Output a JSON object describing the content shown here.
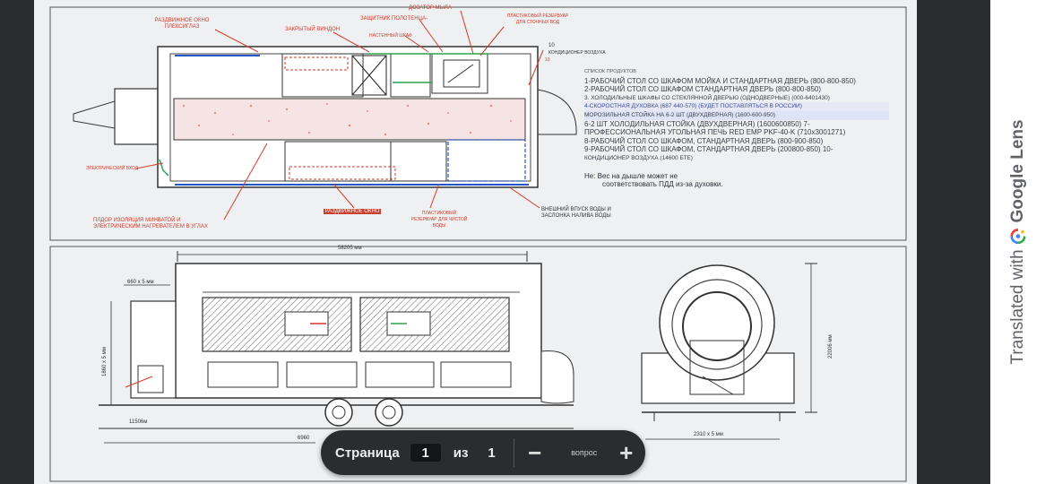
{
  "plan_labels": {
    "sliding_window": "РАЗДВИЖНОЕ ОКНО ПЛЕКСИГЛАЗ",
    "closed_window": "ЗАКРЫТЫЙ ВИНДОН",
    "soap_dispenser": "ДОЗАТОР МЫЛА",
    "towel_holder": "ЗАЩИТНИК ПОЛОТЕНЦА-",
    "wall_cabinet": "НАСТЕННЫЙ ШКАФ",
    "waste_tank": "ПЛАСТИКОВЫЙ РЕЗЕРВУАР ДЛЯ СТОЧНЫХ ВОД",
    "num_10": "10",
    "conditioner": "КОНДИЦИОНЕР ВОЗДУХА",
    "electric_input": "ЭЛЕКТРИЧЕСКИЙ ВХОД",
    "insulation": "ПЛДОР ИЗОЛЯЦИЯ МИНВАТОЙ И ЭЛЕКТРИЧЕСКИМ НАГРЕВАТЕЛЕМ В УГЛАХ",
    "sliding_window_2": "РАЗДВИЖНОЕ ОКНО",
    "clean_tank": "ПЛАСТИКОВЫЙ РЕЗЕРВУАР ДЛЯ ЧИСТОЙ ВОДЫ",
    "water_inlet": "ВНЕШНИЙ ВПУСК ВОДЫ И ЗАСЛОНКА НАЛИВА ВОДЫ"
  },
  "spec": {
    "heading": "СПИСОК ПРОДУКТОВ",
    "items": [
      "1-РАБОЧИЙ СТОЛ СО ШКАФОМ МОЙКА И СТАНДАРТНАЯ ДВЕРЬ (800-800-850)",
      "2-РАБОЧИЙ СТОЛ СО ШКАФОМ СТАНДАРТНАЯ ДВЕРЬ (800-800-850)",
      "3. ХОЛОДИЛЬНЫЕ ШКАФЫ СО СТЕКЛЯННОЙ ДВЕРЬЮ (ОДНОДВЕРНЫЕ) (000-6401430)",
      "4-СКОРОСТНАЯ ДУХОВКА (687 440-570) (БУДЕТ ПОСТАВЛЯТЬСЯ В РОССИИ)",
      "МОРОЗИЛЬНАЯ СТОЙКА НА 6-2 ШТ (ДВУХДВЕРНАЯ) (1600-600-950)",
      "6-2 ШТ ХОЛОДИЛЬНАЯ СТОЙКА (ДВУХДВЕРНАЯ) (1600600850) 7-",
      "ПРОФЕССИОНАЛЬНАЯ УГОЛЬНАЯ ПЕЧЬ RED EMP PKF-40-K (710x3001271)",
      "8-РАБОЧИЙ СТОЛ СО ШКАФОМ, СТАНДАРТНАЯ ДВЕРЬ (800-900-850)",
      "9-РАБОЧИЙ СТОЛ СО ШКАФОМ, СТАНДАРТНАЯ ДВЕРЬ (200800-850) 10-",
      "КОНДИЦИОНЕР ВОЗДУХА (14600 БТЕ)"
    ]
  },
  "note": {
    "line1": "Не: Вес на дышле может не",
    "line2": "соответствовать ПДД из-за духовки."
  },
  "dimensions": {
    "length_top": "58205 мм",
    "height_right": "22006 мм",
    "width_bottom_right": "2310 x 5 мм",
    "left_small": "11506м",
    "bottom_left": "6960",
    "top_left_box": "660 x 5 мм",
    "left_vertical": "1860 x 5 мм"
  },
  "pager": {
    "label": "Страница",
    "current_page": "1",
    "of_label": "из",
    "total_pages": "1",
    "minus": "−",
    "zoom_label": "вопрос",
    "plus": "+"
  },
  "lens": {
    "prefix": "Translated with",
    "brand": "Google Lens"
  },
  "colors": {
    "annotation_red": "#d23a2a",
    "pager_bg": "#2b2c30",
    "lens_text": "#5f6368"
  }
}
